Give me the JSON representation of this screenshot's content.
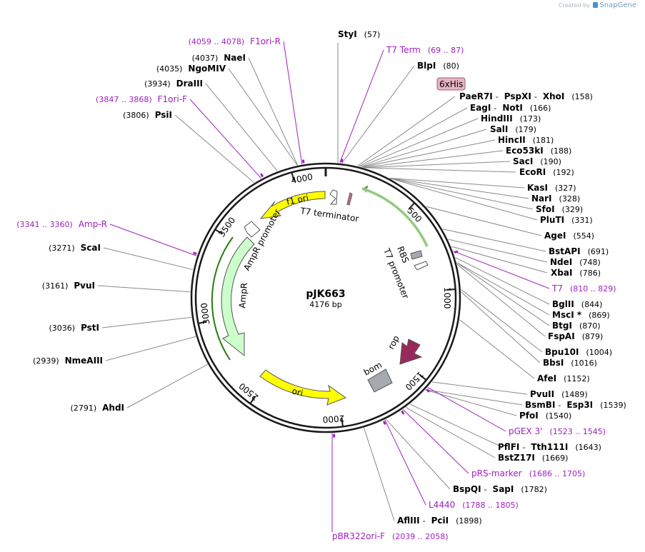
{
  "watermark": {
    "created": "Created by",
    "brand": "SnapGene"
  },
  "plasmid": {
    "name": "pJK663",
    "length": "4176 bp"
  },
  "ticks": [
    "500",
    "1000",
    "1500",
    "2000",
    "2500",
    "3000",
    "3500",
    "4000"
  ],
  "features": {
    "f1ori": "f1 ori",
    "t7term": "T7 terminator",
    "ampr_promoter": "AmpR promoter",
    "ampr": "AmpR",
    "ori": "ori",
    "bom": "bom",
    "rop": "rop",
    "rbs": "RBS",
    "t7_promoter": "T7 promoter",
    "his_tag": "6xHis"
  },
  "right_labels": [
    {
      "names": [
        "StyI"
      ],
      "pos": "(57)"
    },
    {
      "primer": "T7 Term",
      "range": "(69 .. 87)"
    },
    {
      "names": [
        "BlpI"
      ],
      "pos": "(80)"
    },
    {
      "names": [
        "PaeR7I",
        "PspXI",
        "XhoI"
      ],
      "pos": "(158)"
    },
    {
      "names": [
        "EagI",
        "NotI"
      ],
      "pos": "(166)"
    },
    {
      "names": [
        "HindIII"
      ],
      "pos": "(173)"
    },
    {
      "names": [
        "SalI"
      ],
      "pos": "(179)"
    },
    {
      "names": [
        "HincII"
      ],
      "pos": "(181)"
    },
    {
      "names": [
        "Eco53kI"
      ],
      "pos": "(188)"
    },
    {
      "names": [
        "SacI"
      ],
      "pos": "(190)"
    },
    {
      "names": [
        "EcoRI"
      ],
      "pos": "(192)"
    },
    {
      "names": [
        "KasI"
      ],
      "pos": "(327)"
    },
    {
      "names": [
        "NarI"
      ],
      "pos": "(328)"
    },
    {
      "names": [
        "SfoI"
      ],
      "pos": "(329)"
    },
    {
      "names": [
        "PluTI"
      ],
      "pos": "(331)"
    },
    {
      "names": [
        "AgeI"
      ],
      "pos": "(554)"
    },
    {
      "names": [
        "BstAPI"
      ],
      "pos": "(691)"
    },
    {
      "names": [
        "NdeI"
      ],
      "pos": "(748)"
    },
    {
      "names": [
        "XbaI"
      ],
      "pos": "(786)"
    },
    {
      "primer": "T7",
      "range": "(810 .. 829)"
    },
    {
      "names": [
        "BglII"
      ],
      "pos": "(844)"
    },
    {
      "names": [
        "MscI *"
      ],
      "pos": "(869)"
    },
    {
      "names": [
        "BtgI"
      ],
      "pos": "(870)"
    },
    {
      "names": [
        "FspAI"
      ],
      "pos": "(879)"
    },
    {
      "names": [
        "Bpu10I"
      ],
      "pos": "(1004)"
    },
    {
      "names": [
        "BbsI"
      ],
      "pos": "(1016)"
    },
    {
      "names": [
        "AfeI"
      ],
      "pos": "(1152)"
    },
    {
      "names": [
        "PvuII"
      ],
      "pos": "(1489)"
    },
    {
      "names": [
        "BsmBI",
        "Esp3I"
      ],
      "pos": "(1539)"
    },
    {
      "names": [
        "PfoI"
      ],
      "pos": "(1540)"
    },
    {
      "primer": "pGEX 3'",
      "range": "(1523 .. 1545)"
    },
    {
      "names": [
        "PflFI",
        "Tth111I"
      ],
      "pos": "(1643)"
    },
    {
      "names": [
        "BstZ17I"
      ],
      "pos": "(1669)"
    },
    {
      "primer": "pRS-marker",
      "range": "(1686 .. 1705)"
    },
    {
      "names": [
        "BspQI",
        "SapI"
      ],
      "pos": "(1782)"
    },
    {
      "primer": "L4440",
      "range": "(1788 .. 1805)"
    },
    {
      "names": [
        "AflIII",
        "PciI"
      ],
      "pos": "(1898)"
    },
    {
      "primer": "pBR322ori-F",
      "range": "(2039 .. 2058)"
    }
  ],
  "left_labels": [
    {
      "primer": "F1ori-R",
      "range": "(4059 .. 4078)"
    },
    {
      "names": [
        "NaeI"
      ],
      "pos": "(4037)"
    },
    {
      "names": [
        "NgoMIV"
      ],
      "pos": "(4035)"
    },
    {
      "names": [
        "DraIII"
      ],
      "pos": "(3934)"
    },
    {
      "primer": "F1ori-F",
      "range": "(3847 .. 3868)"
    },
    {
      "names": [
        "PsiI"
      ],
      "pos": "(3806)"
    },
    {
      "primer": "Amp-R",
      "range": "(3341 .. 3360)"
    },
    {
      "names": [
        "ScaI"
      ],
      "pos": "(3271)"
    },
    {
      "names": [
        "PvuI"
      ],
      "pos": "(3161)"
    },
    {
      "names": [
        "PstI"
      ],
      "pos": "(3036)"
    },
    {
      "names": [
        "NmeAIII"
      ],
      "pos": "(2939)"
    },
    {
      "names": [
        "AhdI"
      ],
      "pos": "(2791)"
    }
  ],
  "colors": {
    "primer": "#a020c0",
    "yellow": "#ffff00",
    "green_feat": "#ccffcc",
    "rop": "#99295c",
    "bom": "#a6aab0",
    "his": "#e8b4c4",
    "leader": "#8a8a8a"
  }
}
